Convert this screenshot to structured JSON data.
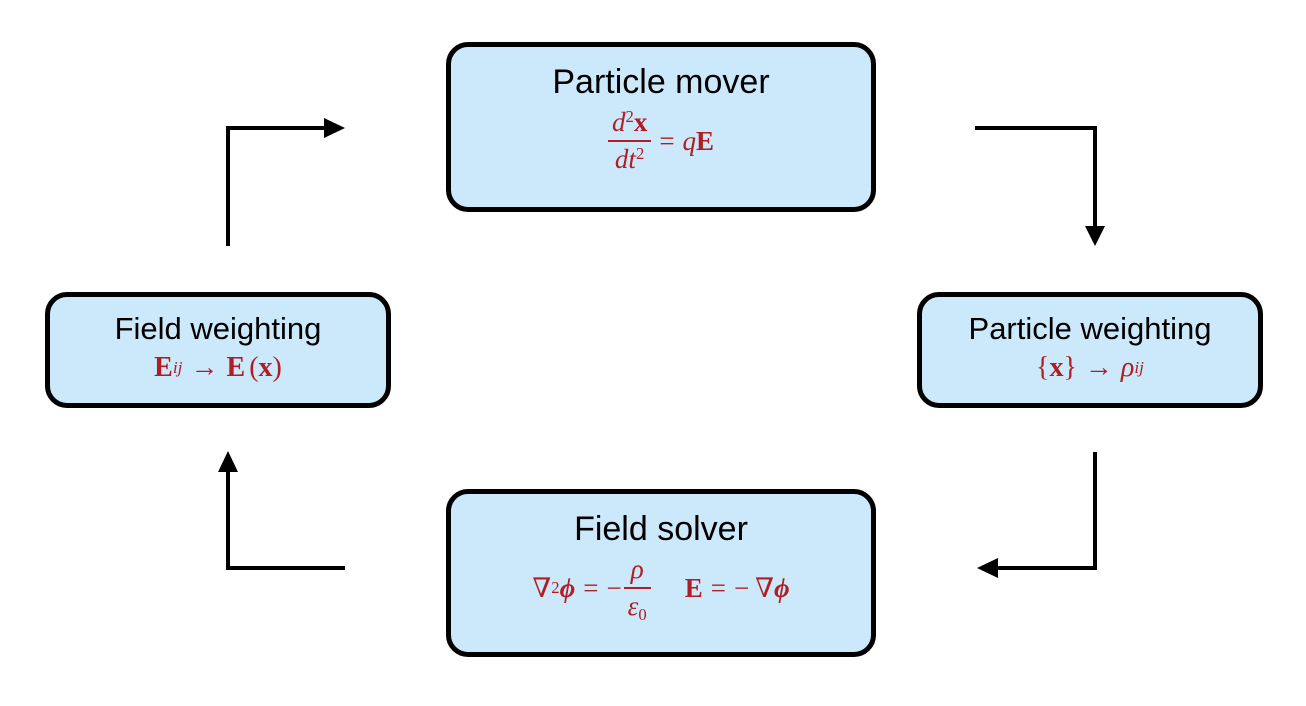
{
  "nodes": {
    "particle_mover": {
      "title": "Particle mover",
      "equation": {
        "num_d": "d",
        "num_exp": "2",
        "num_x": "x",
        "den_d": "d",
        "den_t": "t",
        "den_exp": "2",
        "eq": "=",
        "q": "q",
        "E": "E"
      }
    },
    "particle_weighting": {
      "title": "Particle weighting",
      "equation": {
        "lbrace": "{",
        "x": "x",
        "rbrace": "}",
        "arrow": "→",
        "rho": "ρ",
        "sub": "ij"
      }
    },
    "field_solver": {
      "title": "Field solver",
      "equation1": {
        "nabla": "∇",
        "exp": "2",
        "phi": "ϕ",
        "eq": "=",
        "minus": "−",
        "num": "ρ",
        "den": "ε",
        "den_sub": "0"
      },
      "equation2": {
        "E": "E",
        "eq": "=",
        "minus": "−",
        "nabla": "∇",
        "phi": "ϕ"
      }
    },
    "field_weighting": {
      "title": "Field weighting",
      "equation": {
        "E": "E",
        "sub": "ij",
        "arrow": "→",
        "E2": "E",
        "lparen": "(",
        "x": "x",
        "rparen": ")"
      }
    }
  },
  "colors": {
    "box_fill": "#cce8fb",
    "box_border": "#000000",
    "math": "#b01e23",
    "arrow": "#000000"
  }
}
